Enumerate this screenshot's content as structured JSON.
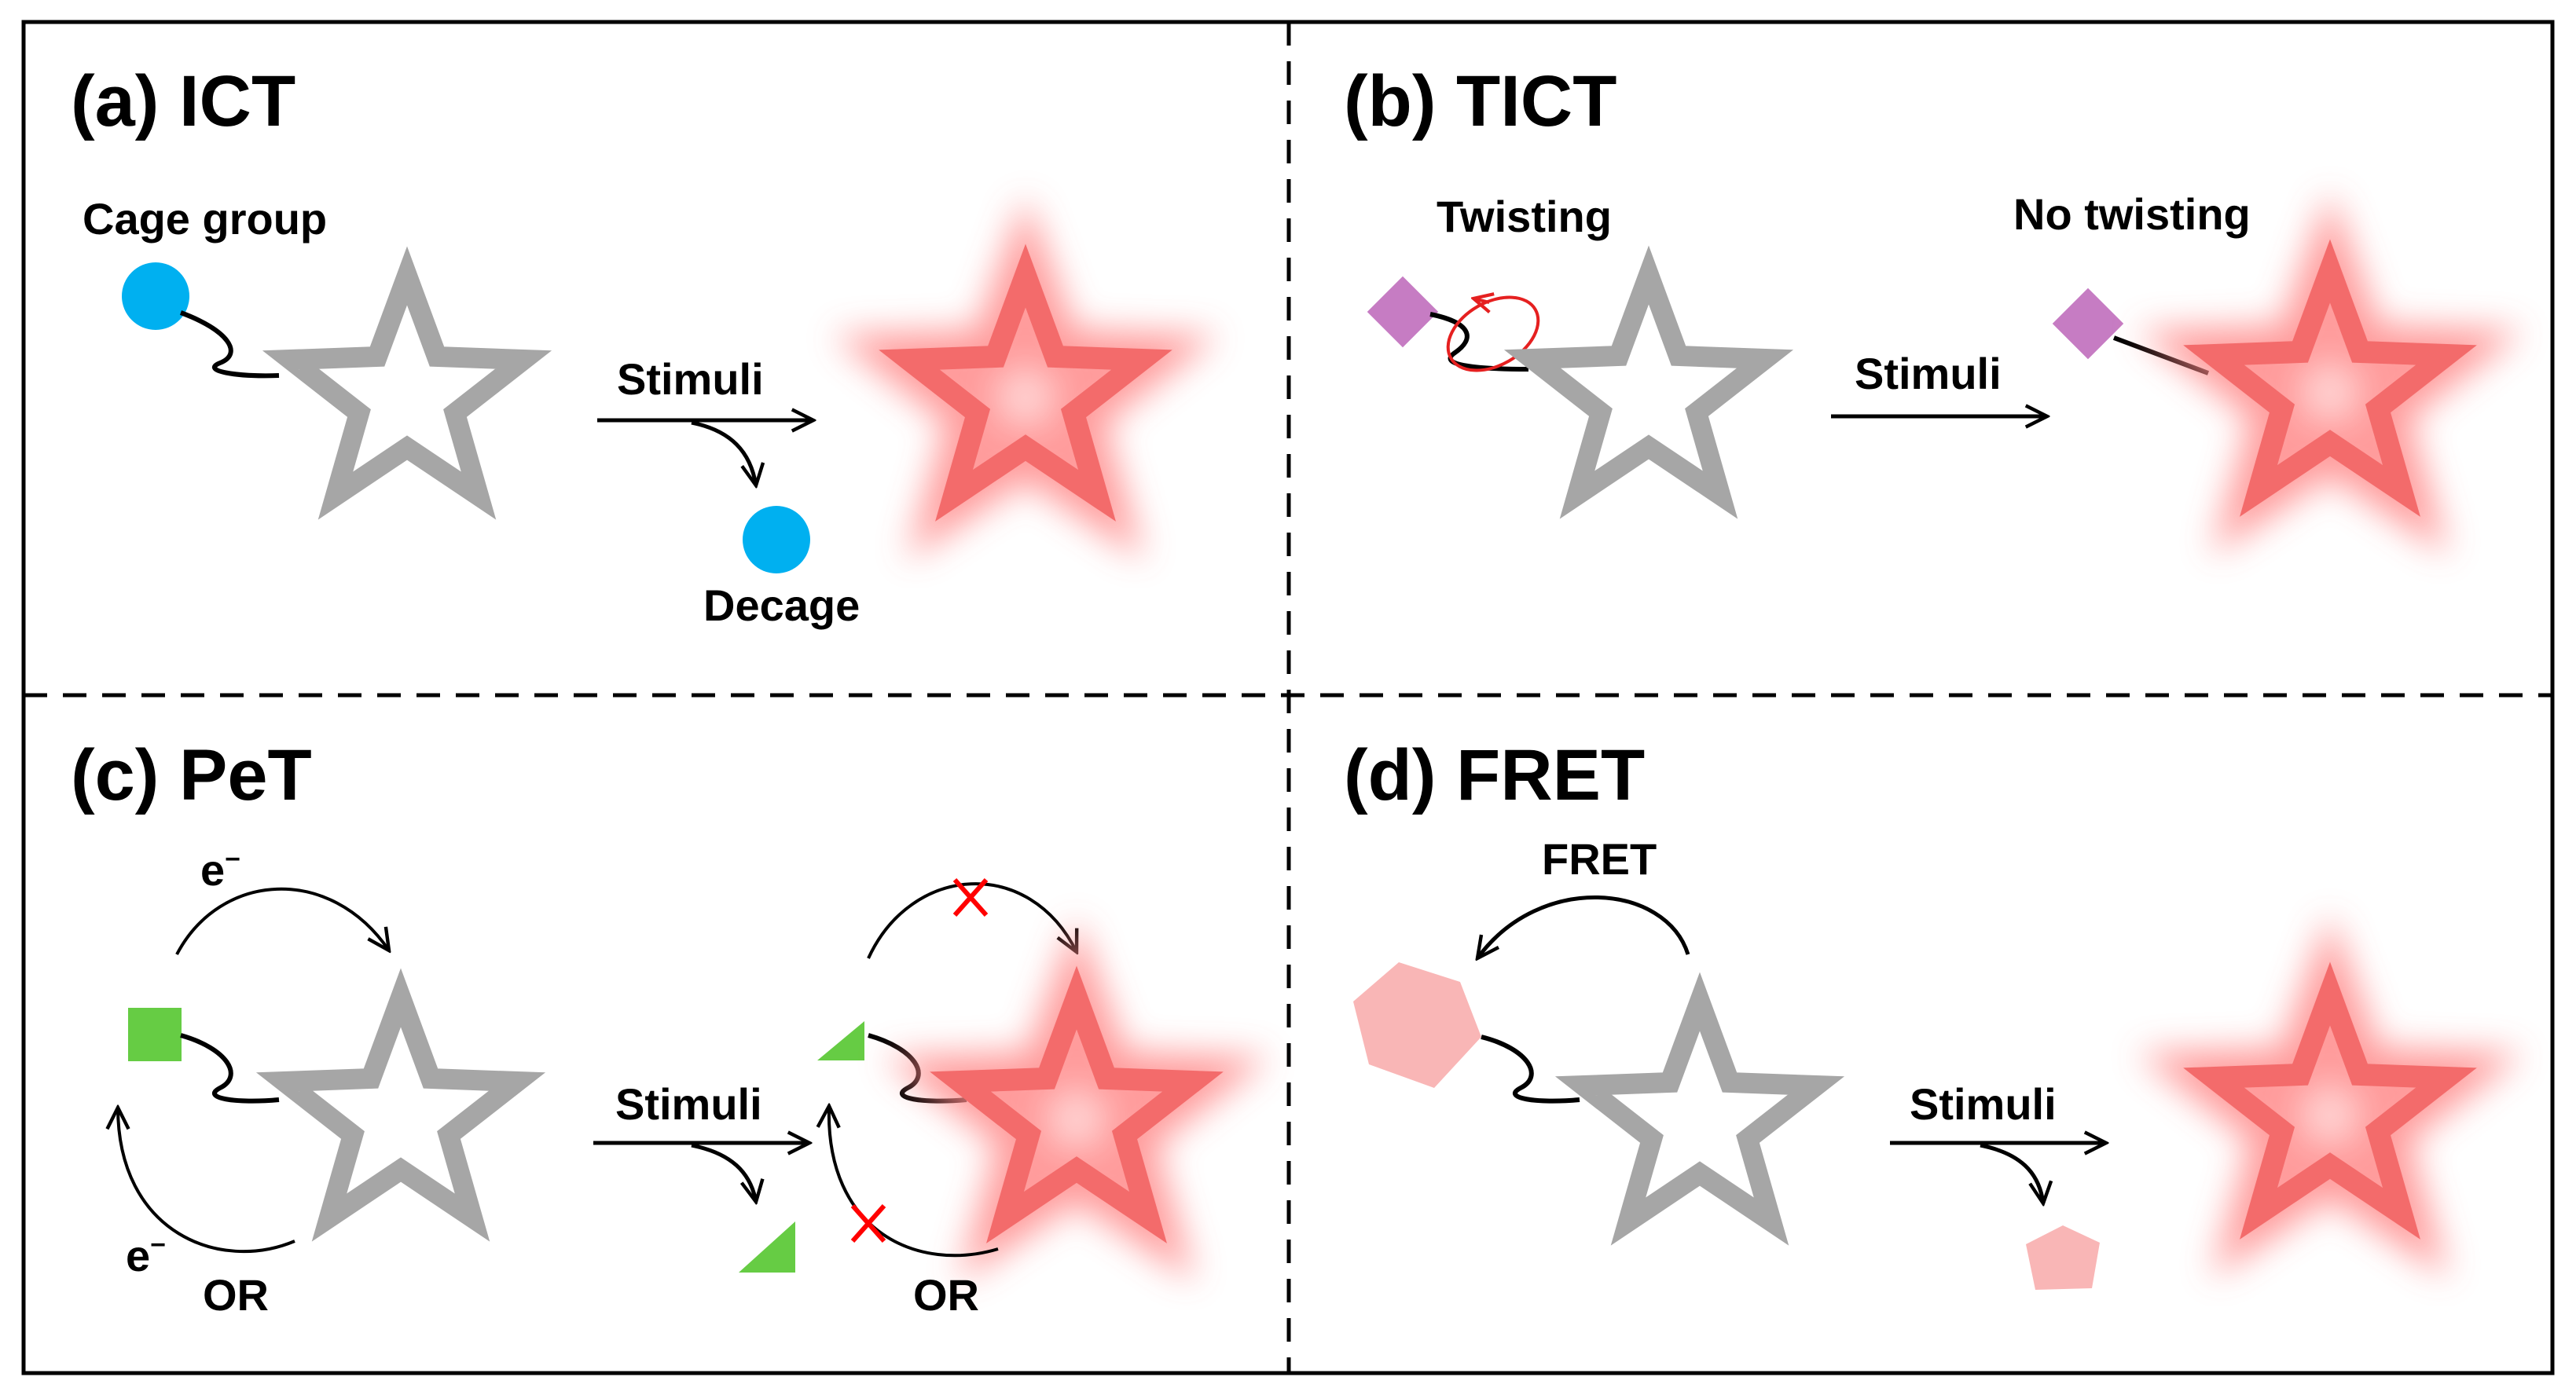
{
  "colors": {
    "star_off": "#a6a6a6",
    "star_on": "#f36b6b",
    "glow": "#ff8a8a",
    "cage": "#00b0f0",
    "twist_group": "#c67cc3",
    "pet_group": "#66cc44",
    "fret_group": "#f9b6b6",
    "cross": "#ff0000",
    "twist_arrow": "#e52020",
    "line": "#000000"
  },
  "panels": {
    "a": {
      "title": "(a) ICT",
      "cage_label": "Cage group",
      "stimuli_label": "Stimuli",
      "decage_label": "Decage"
    },
    "b": {
      "title": "(b) TICT",
      "twisting_label": "Twisting",
      "no_twisting_label": "No twisting",
      "stimuli_label": "Stimuli"
    },
    "c": {
      "title": "(c) PeT",
      "electron_top": "e",
      "electron_bottom": "e",
      "electron_charge": "−",
      "or_left": "OR",
      "or_right": "OR",
      "stimuli_label": "Stimuli"
    },
    "d": {
      "title": "(d) FRET",
      "fret_label": "FRET",
      "stimuli_label": "Stimuli"
    }
  }
}
